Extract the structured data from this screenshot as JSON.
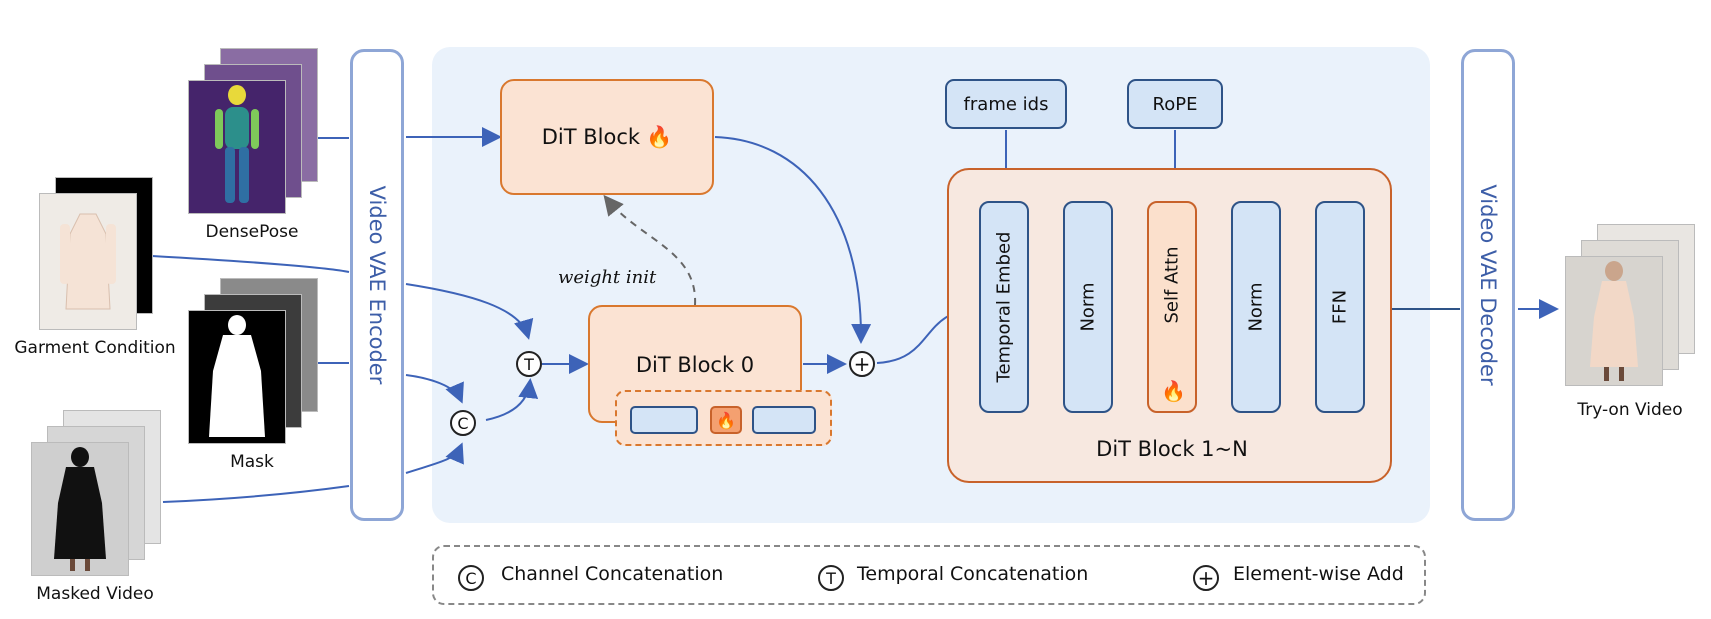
{
  "inputs": {
    "densepose": "DensePose",
    "garment": "Garment Condition",
    "mask": "Mask",
    "masked_video": "Masked Video"
  },
  "encoder": "Video VAE Encoder",
  "decoder": "Video VAE Decoder",
  "dit_top": "DiT Block",
  "dit0": "DiT Block 0",
  "weight_init": "weight init",
  "block_group": {
    "title": "DiT Block 1~N",
    "frame_ids": "frame ids",
    "rope": "RoPE",
    "layers": [
      "Temporal Embed",
      "Norm",
      "Self Attn",
      "Norm",
      "FFN"
    ]
  },
  "output": "Try-on Video",
  "symbols": {
    "channel": "C",
    "temporal": "T",
    "add": "+"
  },
  "legend": {
    "channel": "Channel Concatenation",
    "temporal": "Temporal Concatenation",
    "add": "Element-wise Add"
  },
  "fire": "🔥",
  "colors": {
    "arrow": "#3d63b8",
    "orange": "#d9782e",
    "blue_fill": "#d4e4f6",
    "panel": "#eaf2fb"
  }
}
